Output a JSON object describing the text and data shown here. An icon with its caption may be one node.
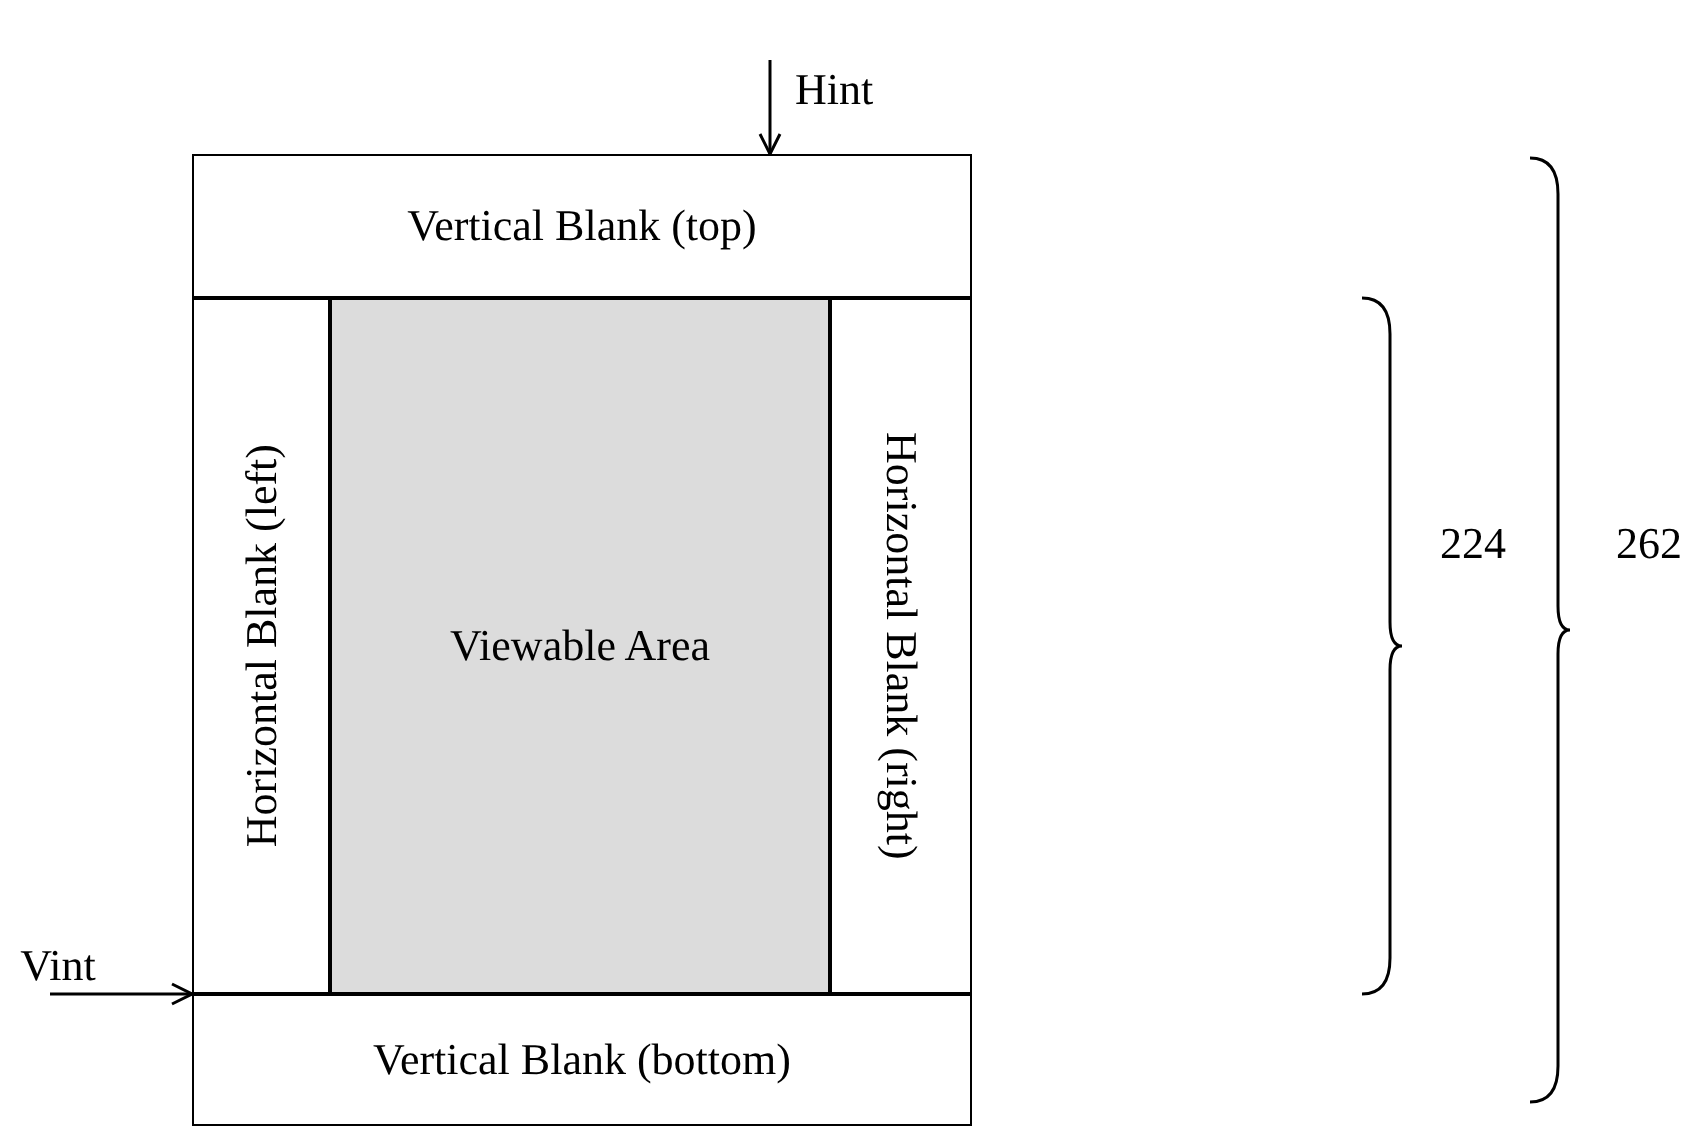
{
  "diagram": {
    "nodes": [
      {
        "text": [
          "Hint"
        ]
      },
      {
        "text": [
          "Vertical Blank (top)"
        ]
      },
      {
        "text": [
          "Horizontal Blank (left)"
        ]
      },
      {
        "text": [
          "Viewable Area"
        ]
      },
      {
        "text": [
          "Horizontal Blank (right)"
        ]
      },
      {
        "text": [
          "Vint"
        ]
      },
      {
        "text": [
          "Vertical Blank (bottom)"
        ]
      }
    ],
    "edges": [
      {
        "from": 0,
        "to": 1,
        "arrow": "to"
      },
      {
        "from": 5,
        "to": 6,
        "arrow": "to"
      }
    ],
    "labels": [
      "224",
      "262"
    ]
  }
}
